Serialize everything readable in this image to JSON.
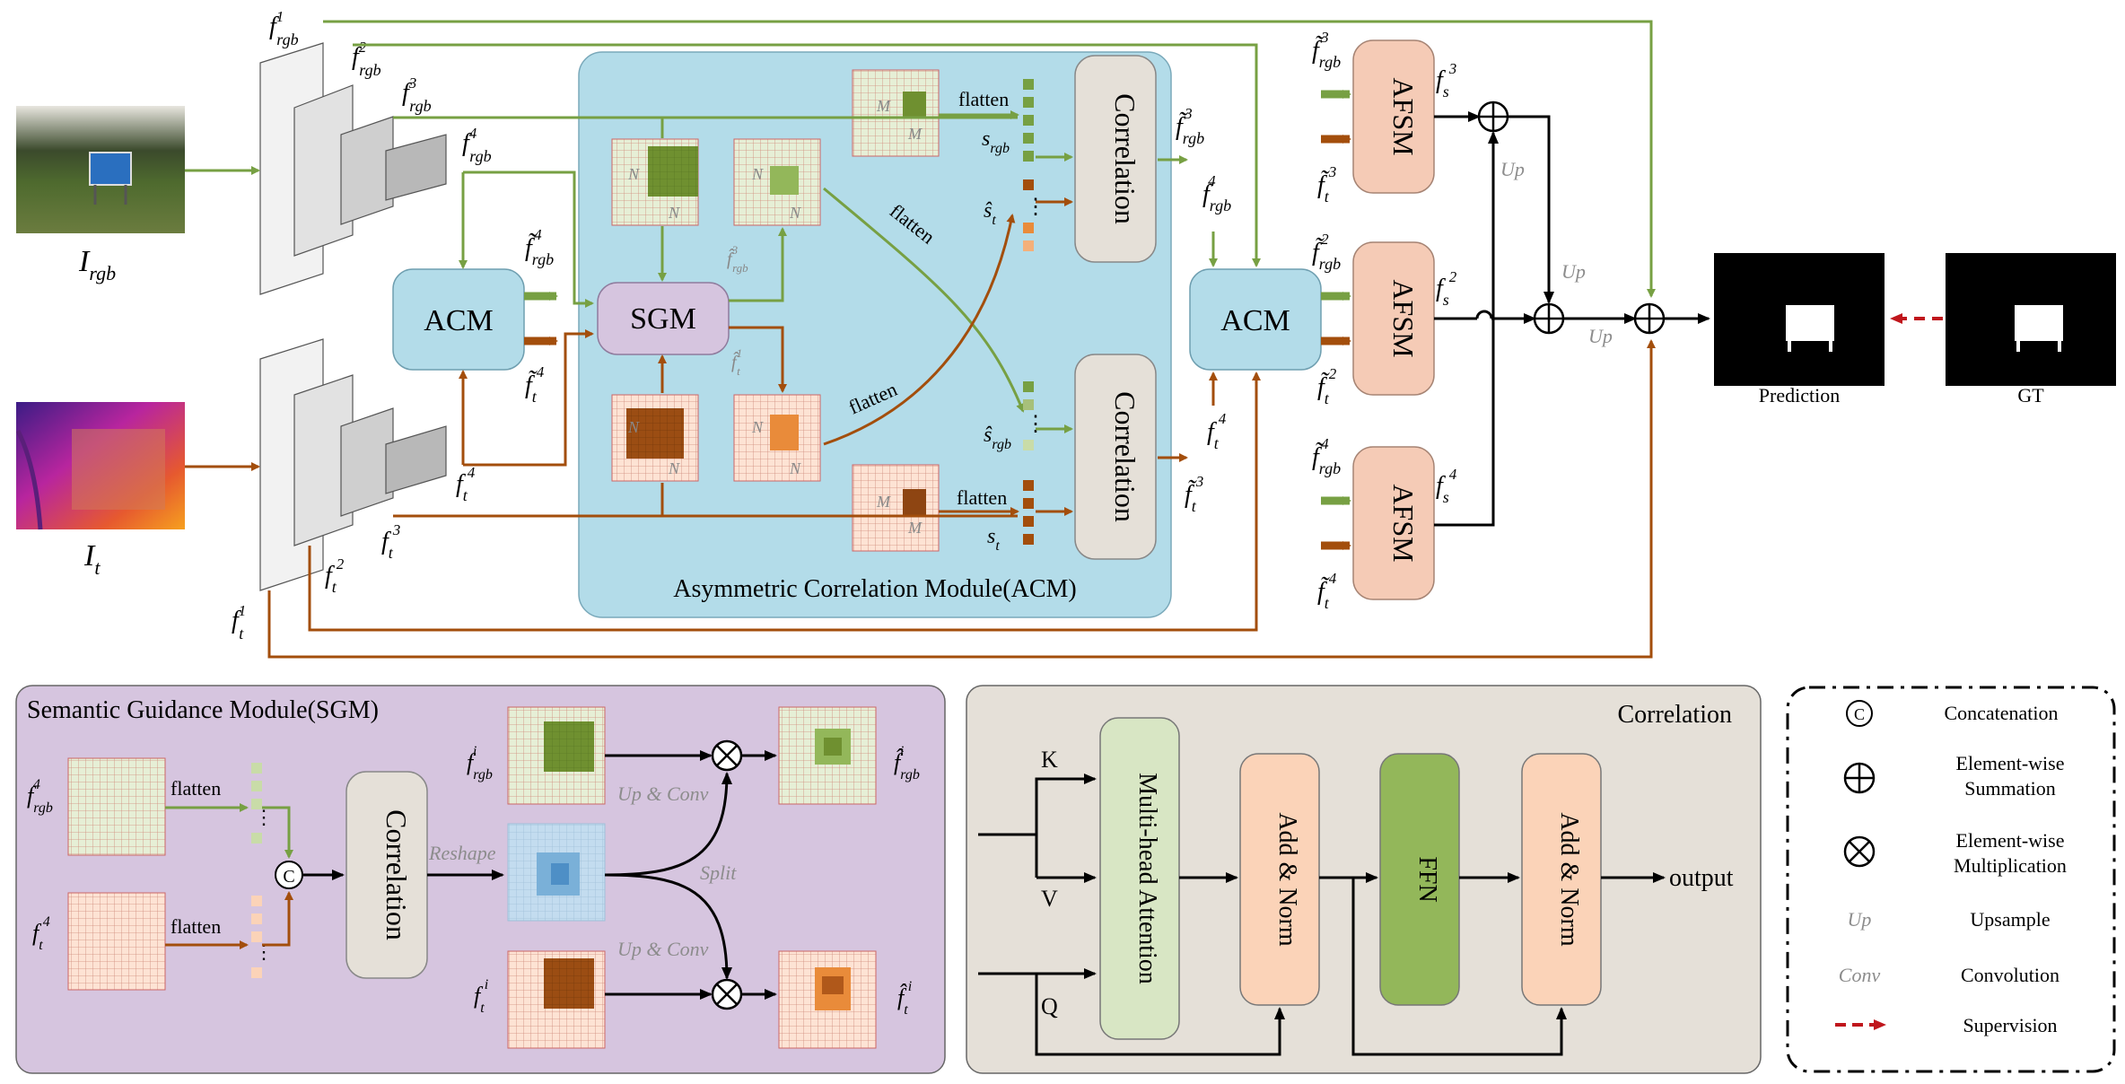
{
  "acm_module": {
    "title": "Asymmetric Correlation Module(ACM)",
    "acm_label": "ACM",
    "sgm_label": "SGM",
    "correlation_label": "Correlation",
    "flatten": "flatten",
    "M": "M",
    "N": "N",
    "s_rgb": "s",
    "s_rgb_sub": "rgb",
    "s_t": "s",
    "s_t_sub": "t",
    "s_hat_t": "ŝ",
    "s_hat_rgb": "ŝ"
  },
  "inputs": {
    "rgb_label": "I",
    "rgb_sub": "rgb",
    "t_label": "I",
    "t_sub": "t"
  },
  "features": {
    "f": "f",
    "rgb": "rgb",
    "t": "t",
    "ft": "f̃",
    "fh": "f̂"
  },
  "afsm": {
    "label": "AFSM",
    "fs": "f",
    "s_sub": "s",
    "up": "Up"
  },
  "outputs": {
    "prediction": "Prediction",
    "gt": "GT"
  },
  "sgm_panel": {
    "title": "Semantic Guidance Module(SGM)",
    "flatten": "flatten",
    "correlation": "Correlation",
    "reshape": "Reshape",
    "split": "Split",
    "up_conv": "Up & Conv",
    "concat": "C"
  },
  "corr_panel": {
    "title": "Correlation",
    "k": "K",
    "v": "V",
    "q": "Q",
    "mha": "Multi-head Attention",
    "add_norm": "Add & Norm",
    "ffn": "FFN",
    "output": "output"
  },
  "legend": {
    "concat_symbol": "C",
    "concat": "Concatenation",
    "sum_1": "Element-wise",
    "sum_2": "Summation",
    "mul_1": "Element-wise",
    "mul_2": "Multiplication",
    "up_symbol": "Up",
    "up": "Upsample",
    "conv_symbol": "Conv",
    "conv": "Convolution",
    "supervision": "Supervision"
  },
  "colors": {
    "green": "#77a043",
    "brown": "#a34e0c",
    "acm_blue": "#b3dce9",
    "sgm_purple": "#d6c5df",
    "afsm_peach": "#f5cbb6",
    "corr_beige": "#e5e0d8"
  }
}
